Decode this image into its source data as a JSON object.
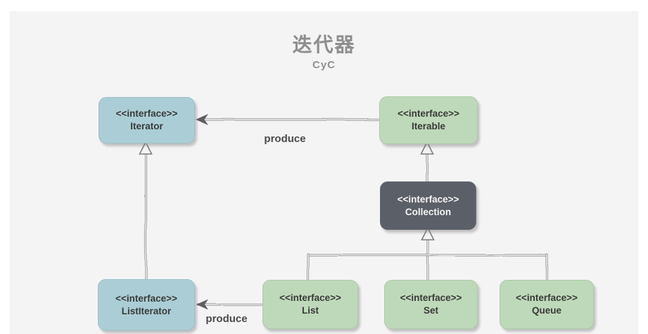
{
  "header": {
    "title": "迭代器",
    "subtitle": "CyC"
  },
  "nodes": [
    {
      "id": "iterator",
      "stereotype": "<<interface>>",
      "name": "Iterator",
      "color": "#abced6"
    },
    {
      "id": "iterable",
      "stereotype": "<<interface>>",
      "name": "Iterable",
      "color": "#bed9b9"
    },
    {
      "id": "collection",
      "stereotype": "<<interface>>",
      "name": "Collection",
      "color": "#5b5f67"
    },
    {
      "id": "listiterator",
      "stereotype": "<<interface>>",
      "name": "ListIterator",
      "color": "#abced6"
    },
    {
      "id": "list",
      "stereotype": "<<interface>>",
      "name": "List",
      "color": "#bed9b9"
    },
    {
      "id": "set",
      "stereotype": "<<interface>>",
      "name": "Set",
      "color": "#bed9b9"
    },
    {
      "id": "queue",
      "stereotype": "<<interface>>",
      "name": "Queue",
      "color": "#bed9b9"
    }
  ],
  "edges": [
    {
      "from": "Iterable",
      "to": "Iterator",
      "label": "produce",
      "type": "dependency-arrow"
    },
    {
      "from": "Collection",
      "to": "Iterable",
      "label": "",
      "type": "realization"
    },
    {
      "from": "ListIterator",
      "to": "Iterator",
      "label": "",
      "type": "realization"
    },
    {
      "from": "List",
      "to": "Collection",
      "label": "",
      "type": "realization"
    },
    {
      "from": "Set",
      "to": "Collection",
      "label": "",
      "type": "realization"
    },
    {
      "from": "Queue",
      "to": "Collection",
      "label": "",
      "type": "realization"
    },
    {
      "from": "List",
      "to": "ListIterator",
      "label": "produce",
      "type": "dependency-arrow"
    }
  ],
  "colors": {
    "panel_background": "#f4f4f5",
    "page_background": "#ffffff",
    "line": "#8f8f8f",
    "title_text": "#8e8e8e",
    "box_text": "#3a3a3a",
    "dark_box_text": "#f5f5f5"
  }
}
